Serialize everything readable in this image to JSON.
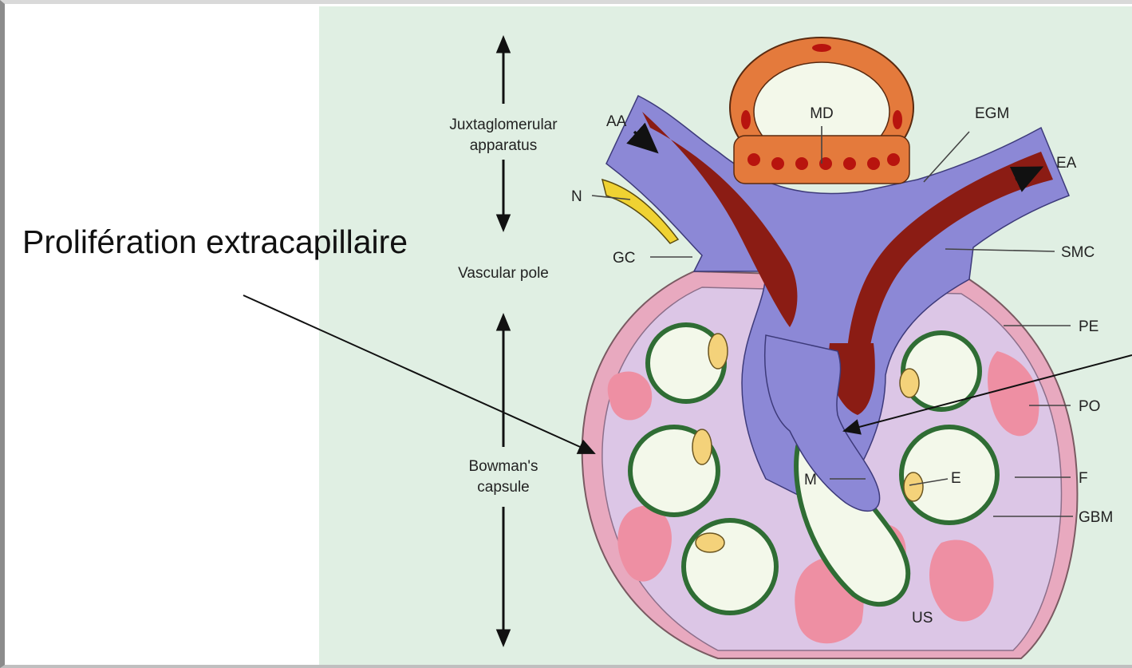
{
  "slide": {
    "title": "Prolifération extracapillaire"
  },
  "diagram": {
    "regions": {
      "juxta_line1": "Juxtaglomerular",
      "juxta_line2": "apparatus",
      "vascular_pole": "Vascular pole",
      "bowman_line1": "Bowman's",
      "bowman_line2": "capsule"
    },
    "labels": {
      "AA": "AA",
      "N": "N",
      "GC": "GC",
      "MD": "MD",
      "EGM": "EGM",
      "EA": "EA",
      "SMC": "SMC",
      "PE": "PE",
      "PO": "PO",
      "F": "F",
      "GBM": "GBM",
      "M": "M",
      "E": "E",
      "US": "US"
    },
    "colors": {
      "panel_bg": "#e0efe3",
      "vessel_blue": "#8c88d6",
      "arteriole_wall": "#8b1c14",
      "macula_densa": "#e47a3c",
      "bowman_pink": "#e7a9bd",
      "podocyte_pink": "#ee8fa3",
      "gbm_green": "#2f6d34",
      "endothelial_yellow": "#f4d27a",
      "capillary_lumen": "#f3f8ea"
    }
  }
}
